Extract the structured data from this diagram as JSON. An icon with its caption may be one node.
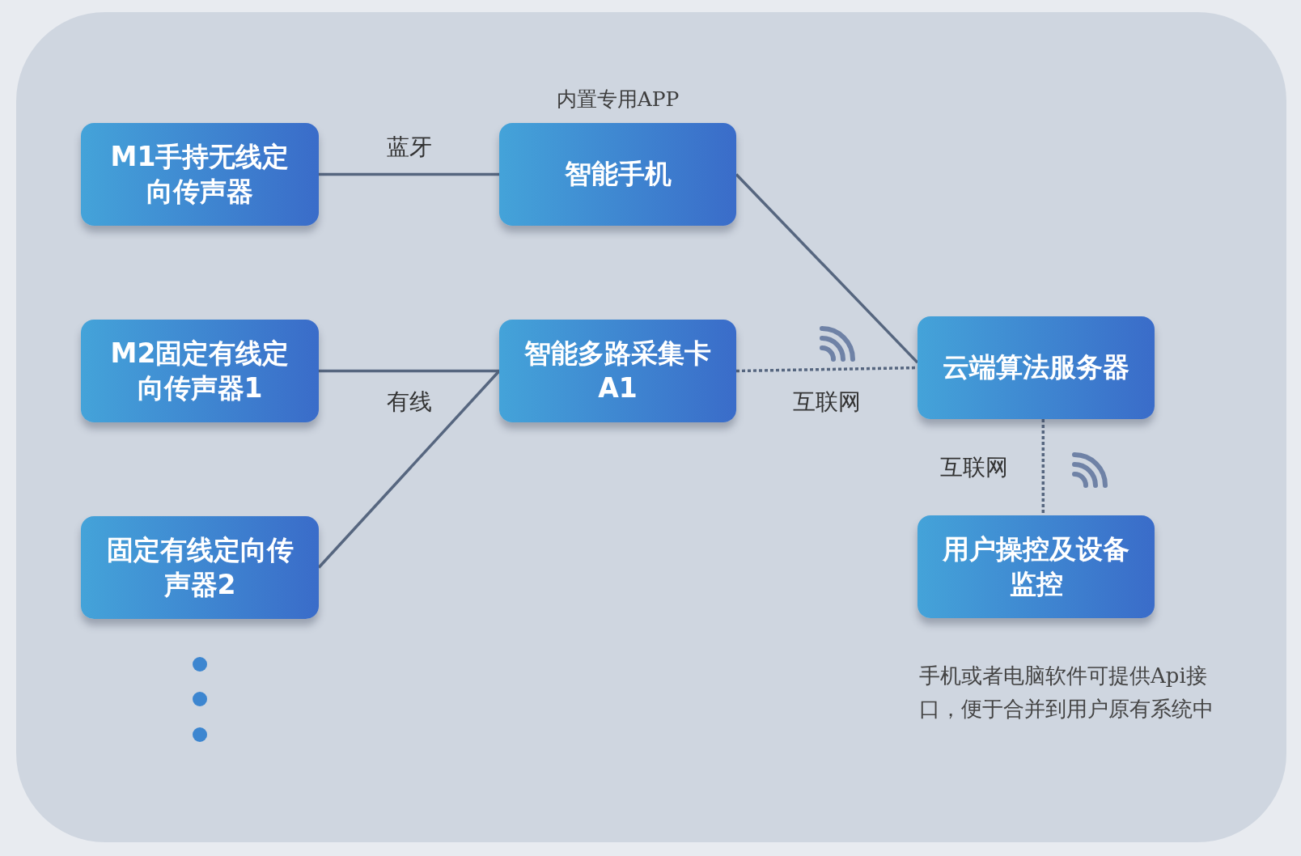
{
  "diagram": {
    "nodes": [
      {
        "text": [
          "M1手持无线定向传声器"
        ]
      },
      {
        "text": [
          "智能手机"
        ],
        "beside": [
          "内置专用APP"
        ]
      },
      {
        "text": [
          "M2固定有线定向传声器1"
        ]
      },
      {
        "text": [
          "智能多路采集卡A1"
        ]
      },
      {
        "text": [
          "云端算法服务器"
        ]
      },
      {
        "text": [
          "固定有线定向传声器2"
        ]
      },
      {
        "text": [
          "用户操控及设备监控"
        ]
      }
    ],
    "edges": [
      {
        "from": 0,
        "to": 1,
        "arrow": "none",
        "label": "蓝牙"
      },
      {
        "from": 2,
        "to": 3,
        "arrow": "none",
        "label": "有线"
      },
      {
        "from": 5,
        "to": 3,
        "arrow": "none"
      },
      {
        "from": 1,
        "to": 4,
        "arrow": "none"
      },
      {
        "from": 3,
        "to": 4,
        "arrow": "none",
        "label": "互联网",
        "style": "dashed"
      },
      {
        "from": 4,
        "to": 6,
        "arrow": "none",
        "label": "互联网",
        "style": "dashed"
      }
    ],
    "labels": [
      "手机或者电脑软件可提供Api接口，便于合并到用户原有系统中"
    ]
  }
}
